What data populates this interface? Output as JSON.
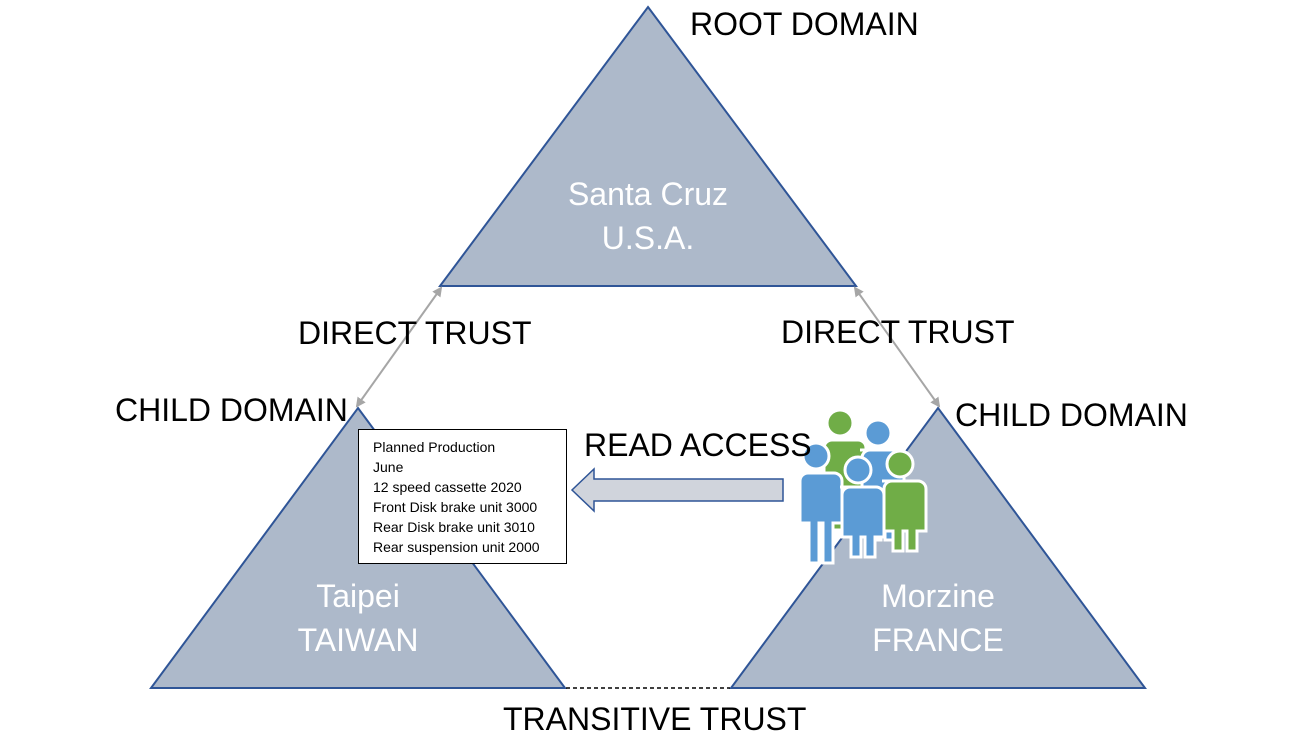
{
  "labels": {
    "root_domain": "ROOT DOMAIN",
    "direct_trust_left": "DIRECT TRUST",
    "direct_trust_right": "DIRECT TRUST",
    "child_domain_left": "CHILD DOMAIN",
    "child_domain_right": "CHILD DOMAIN",
    "read_access": "READ ACCESS",
    "transitive_trust": "TRANSITIVE TRUST"
  },
  "domains": {
    "root": {
      "city": "Santa Cruz",
      "country": "U.S.A."
    },
    "left_child": {
      "city": "Taipei",
      "country": "TAIWAN"
    },
    "right_child": {
      "city": "Morzine",
      "country": "FRANCE"
    }
  },
  "production_box": {
    "lines": [
      "Planned Production",
      "June",
      "12 speed cassette  2020",
      "Front Disk brake unit 3000",
      "Rear Disk brake unit 3010",
      "Rear suspension unit 2000"
    ]
  },
  "icons": {
    "users": "user-group-icon",
    "arrow": "left-arrow-icon"
  },
  "colors": {
    "triangle_fill": "#adb9ca",
    "triangle_stroke": "#2f5597",
    "trust_arrow": "#a6a6a6",
    "read_arrow_fill": "#d0d4dc",
    "user_blue": "#5b9bd5",
    "user_green": "#70ad47"
  }
}
